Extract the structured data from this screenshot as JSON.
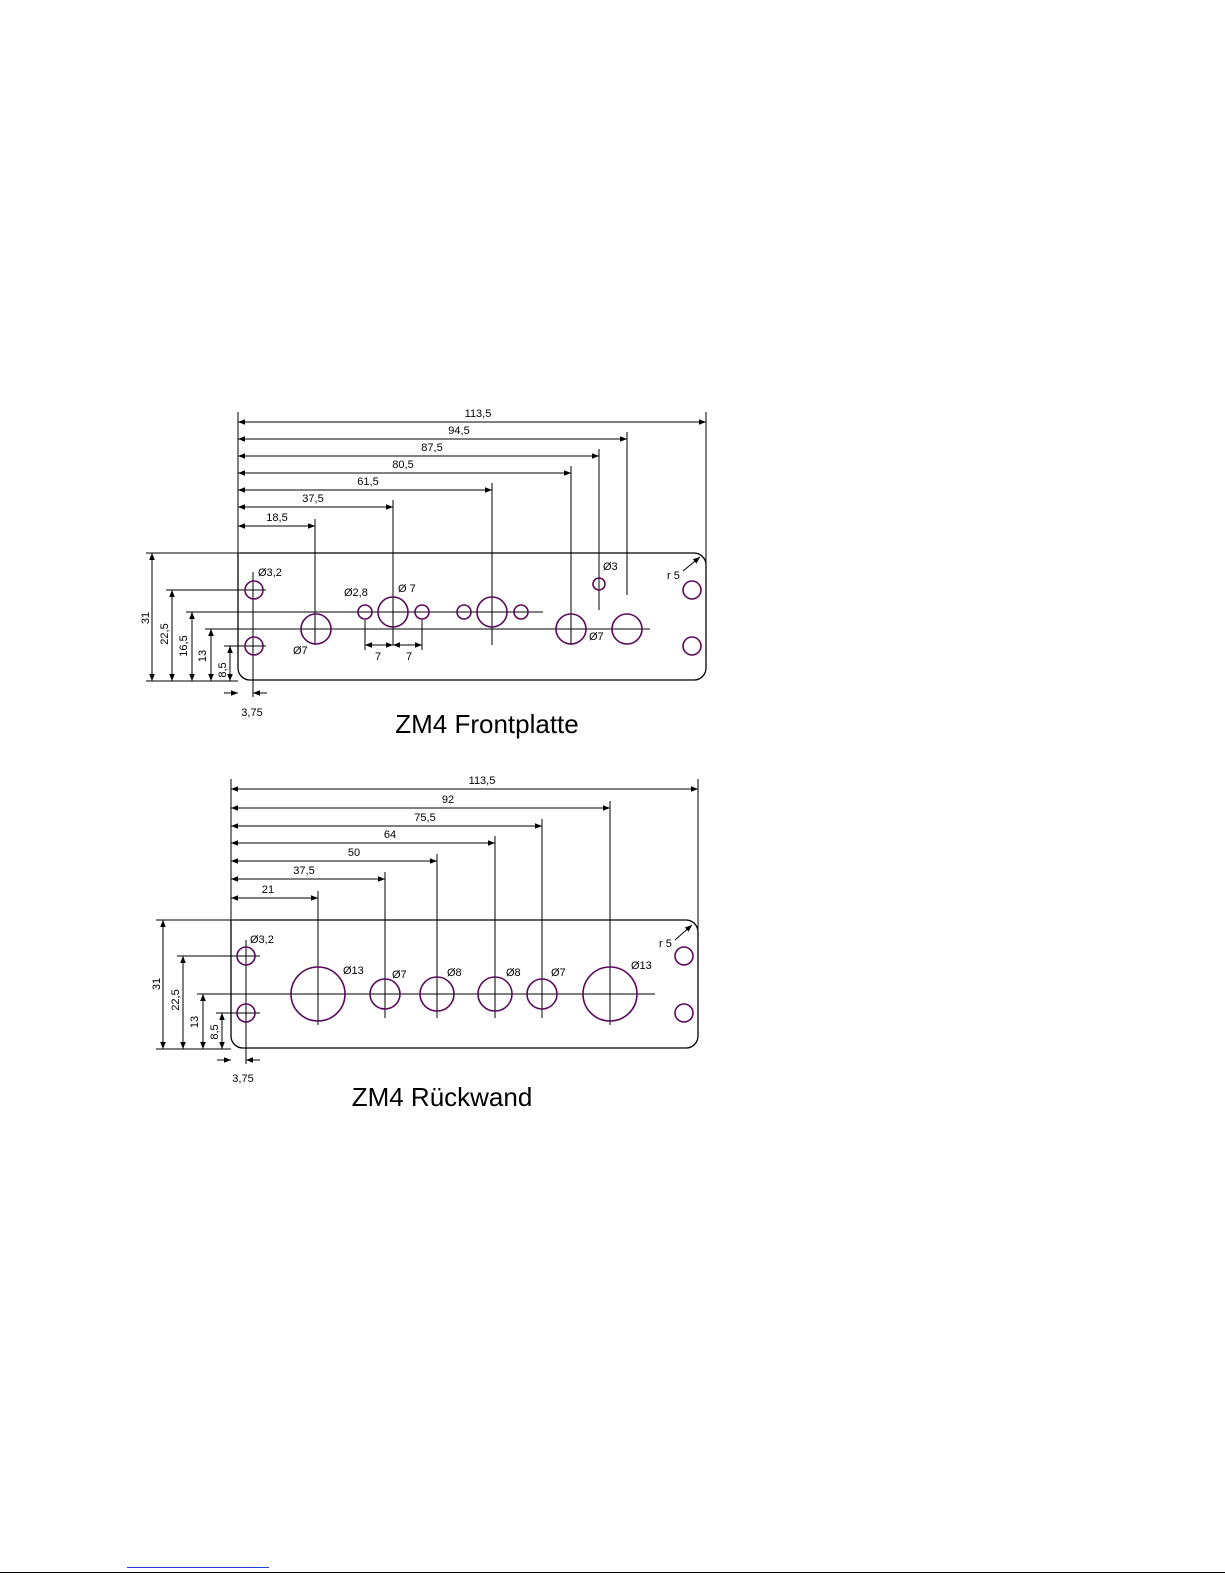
{
  "colors": {
    "hole_stroke": "#5a0a5a",
    "line": "#000000",
    "footnote_rule": "#1e40d8"
  },
  "front": {
    "title": "ZM4 Frontplatte",
    "horizontal_dims": [
      "113,5",
      "94,5",
      "87,5",
      "80,5",
      "61,5",
      "37,5",
      "18,5"
    ],
    "vertical_dims": [
      "31",
      "22,5",
      "16,5",
      "13",
      "8,5"
    ],
    "edge_dim": "3,75",
    "spacing_dims": [
      "7",
      "7"
    ],
    "radius": "r 5",
    "hole_labels": {
      "d32": "Ø3,2",
      "d28": "Ø2,8",
      "d7_top": "Ø 7",
      "d3": "Ø3",
      "d7_left": "Ø7",
      "d7_right": "Ø7"
    }
  },
  "back": {
    "title": "ZM4 Rückwand",
    "horizontal_dims": [
      "113,5",
      "92",
      "75,5",
      "64",
      "50",
      "37,5",
      "21"
    ],
    "vertical_dims": [
      "31",
      "22,5",
      "13",
      "8,5"
    ],
    "edge_dim": "3,75",
    "radius": "r 5",
    "hole_labels": {
      "d32": "Ø3,2",
      "d13_left": "Ø13",
      "d7_a": "Ø7",
      "d8_a": "Ø8",
      "d8_b": "Ø8",
      "d7_b": "Ø7",
      "d13_right": "Ø13"
    }
  }
}
